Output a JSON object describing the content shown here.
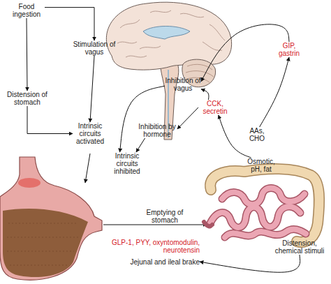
{
  "diagram": {
    "nodes": [
      {
        "text": [
          "Food ingestion"
        ]
      },
      {
        "text": [
          "Stimulation of vagus"
        ]
      },
      {
        "text": [
          "Inhibition of vagus"
        ]
      },
      {
        "text": [
          "GIP, gastrin"
        ]
      },
      {
        "text": [
          "Distension of stomach"
        ]
      },
      {
        "text": [
          "CCK, secretin"
        ]
      },
      {
        "text": [
          "Intrinsic circuits activated"
        ]
      },
      {
        "text": [
          "Inhibition by hormone"
        ]
      },
      {
        "text": [
          "AAs, CHO"
        ]
      },
      {
        "text": [
          "Intrinsic circuits inhibited"
        ]
      },
      {
        "text": [
          "Osmotic, pH, fat"
        ]
      },
      {
        "text": [
          "Distension, chemical stimuli"
        ]
      },
      {
        "text": [
          "GLP-1, PYY, oxyntomodulin, neurotensin",
          "Jejunal and ileal brake"
        ]
      }
    ],
    "edges": [
      {
        "from": 0,
        "to": 1,
        "arrow": "to"
      },
      {
        "from": 0,
        "to": 4,
        "arrow": "to"
      },
      {
        "from": 1,
        "to": 6,
        "arrow": "to"
      },
      {
        "from": 4,
        "to": 6,
        "arrow": "to"
      },
      {
        "from": 3,
        "to": 2,
        "arrow": "to"
      },
      {
        "from": 5,
        "to": 2,
        "arrow": "to"
      },
      {
        "from": 5,
        "to": 7,
        "arrow": "to"
      },
      {
        "from": 7,
        "to": 9,
        "arrow": "to"
      },
      {
        "from": 2,
        "to": 9,
        "arrow": "to"
      },
      {
        "from": 8,
        "to": 3,
        "arrow": "to"
      },
      {
        "from": 10,
        "to": 5,
        "arrow": "to"
      },
      {
        "from": 11,
        "to": 12,
        "arrow": "to"
      }
    ],
    "labels": [
      "Emptying of stomach"
    ]
  }
}
